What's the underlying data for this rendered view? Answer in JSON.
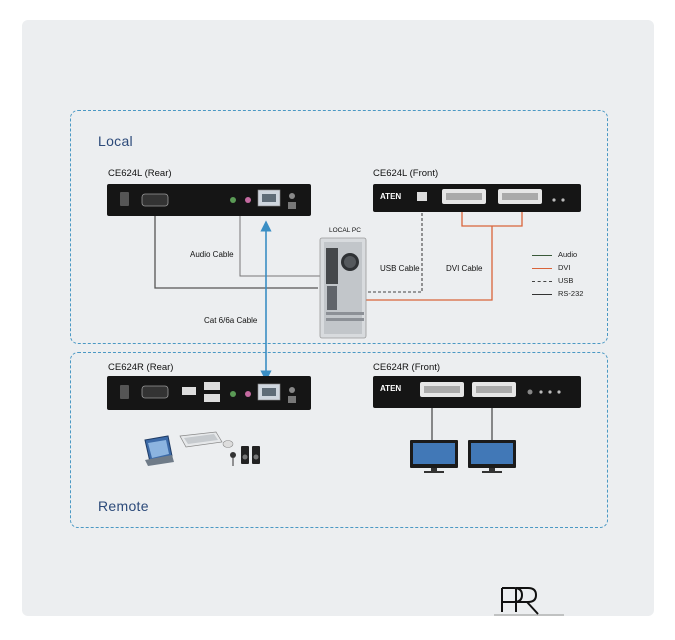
{
  "sections": {
    "local": "Local",
    "remote": "Remote"
  },
  "devices": {
    "local_rear": "CE624L (Rear)",
    "local_front": "CE624L (Front)",
    "remote_rear": "CE624R (Rear)",
    "remote_front": "CE624R (Front)",
    "local_pc": "LOCAL PC",
    "brand": "ATEN"
  },
  "cables": {
    "audio": "Audio Cable",
    "usb": "USB Cable",
    "dvi": "DVI Cable",
    "cat": "Cat 6/6a Cable"
  },
  "legend": [
    {
      "label": "Audio",
      "color": "#3a5a3a",
      "style": "solid"
    },
    {
      "label": "DVI",
      "color": "#d9643a",
      "style": "solid"
    },
    {
      "label": "USB",
      "color": "#444444",
      "style": "dashed"
    },
    {
      "label": "RS-232",
      "color": "#333333",
      "style": "solid"
    }
  ],
  "colors": {
    "section_border": "#4a98c4",
    "audio": "#555555",
    "dvi": "#d9643a",
    "usb": "#444444",
    "cat": "#3a8ec4"
  }
}
